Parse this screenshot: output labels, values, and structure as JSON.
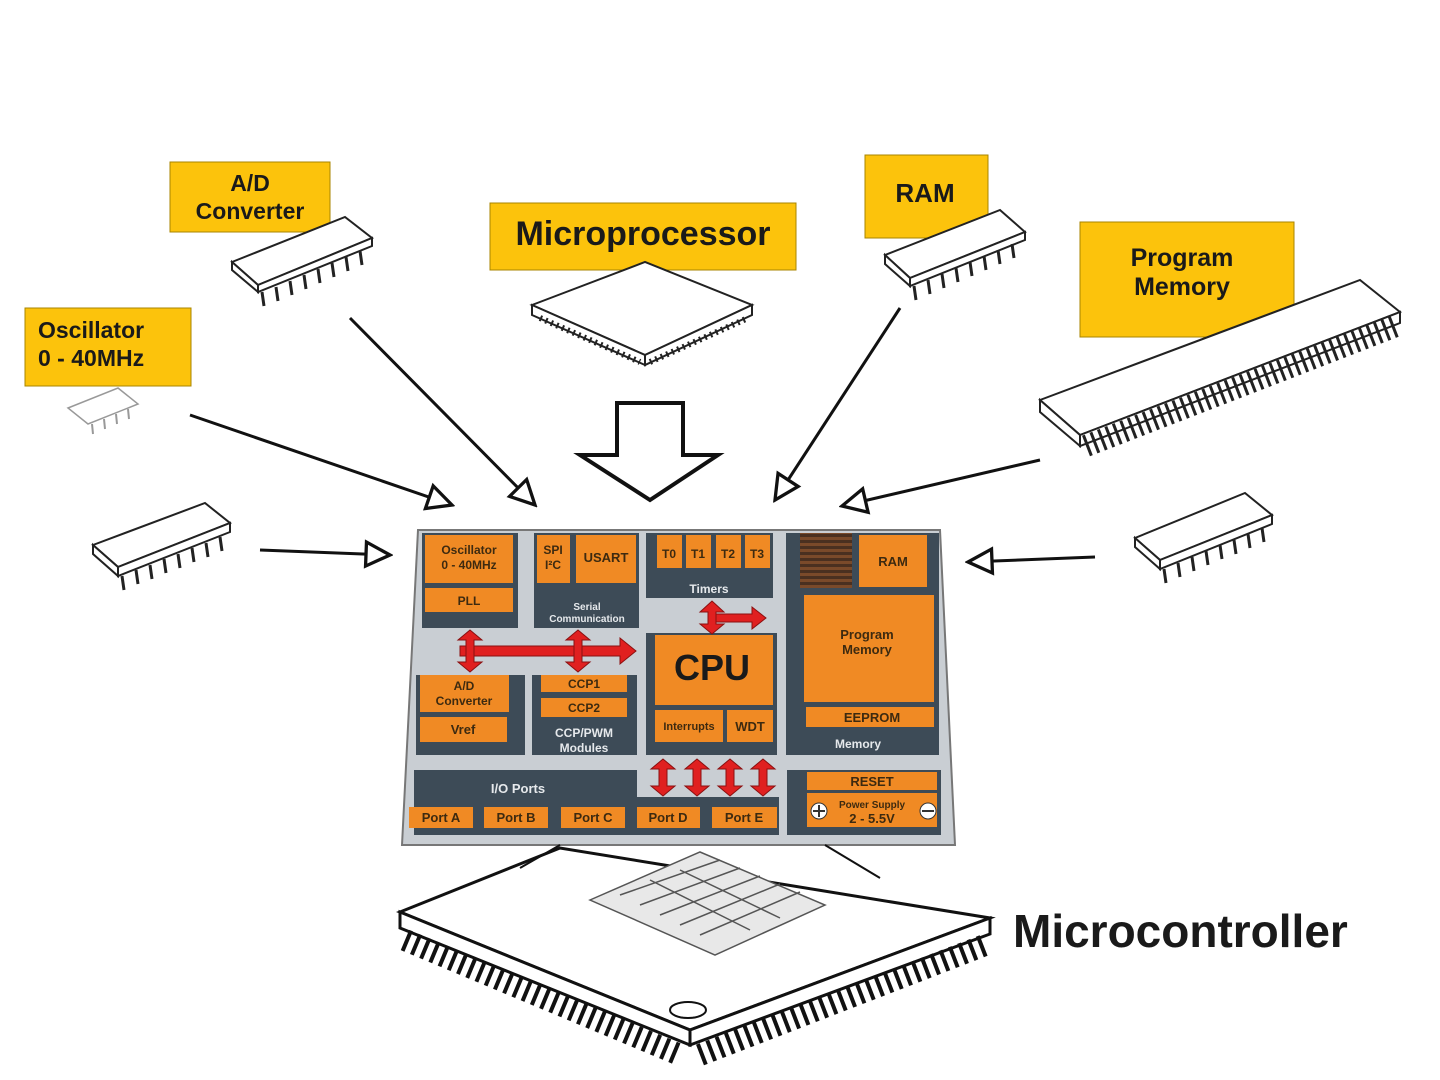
{
  "colors": {
    "label_bg": "#fcc30c",
    "block_orange": "#f08a24",
    "block_dark": "#3d4b57",
    "board_gray": "#c9ced3",
    "bus_red": "#e02020"
  },
  "labels": {
    "ad_converter": [
      "A/D",
      "Converter"
    ],
    "microprocessor": "Microprocessor",
    "ram": "RAM",
    "program_memory": [
      "Program",
      "Memory"
    ],
    "oscillator": [
      "Oscillator",
      "0 - 40MHz"
    ],
    "microcontroller": "Microcontroller"
  },
  "board": {
    "oscillator": [
      "Oscillator",
      "0 - 40MHz"
    ],
    "pll": "PLL",
    "spi": [
      "SPI",
      "I²C"
    ],
    "usart": "USART",
    "serial": [
      "Serial",
      "Communication"
    ],
    "timers": [
      "T0",
      "T1",
      "T2",
      "T3"
    ],
    "timers_label": "Timers",
    "ram": "RAM",
    "program_memory": [
      "Program",
      "Memory"
    ],
    "eeprom": "EEPROM",
    "memory_label": "Memory",
    "cpu": "CPU",
    "interrupts": "Interrupts",
    "wdt": "WDT",
    "ad": [
      "A/D",
      "Converter"
    ],
    "vref": "Vref",
    "ccp1": "CCP1",
    "ccp2": "CCP2",
    "ccp_label": [
      "CCP/PWM",
      "Modules"
    ],
    "io_label": "I/O Ports",
    "ports": [
      "Port A",
      "Port B",
      "Port C",
      "Port D",
      "Port E"
    ],
    "reset": "RESET",
    "power": [
      "Power Supply",
      "2 - 5.5V"
    ]
  }
}
